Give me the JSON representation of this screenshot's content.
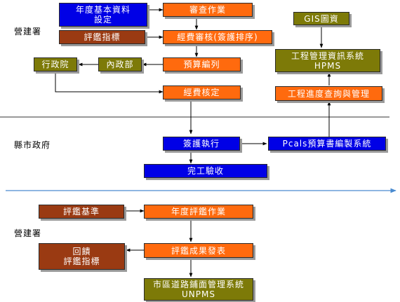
{
  "sections": {
    "cpami_top": "營建署",
    "county": "縣市政府",
    "cpami_bottom": "營建署"
  },
  "boxes": {
    "annual_data": "年度基本資料\n設定",
    "review_work": "審查作業",
    "eval_indicator": "評鑑指標",
    "budget_review": "經費審核(簽護排序)",
    "executive_yuan": "行政院",
    "interior_ministry": "內政部",
    "budget_prep": "預算編列",
    "budget_approve": "經費核定",
    "gis": "GIS圖資",
    "hpms": "工程管理資訊系統\nHPMS",
    "progress_mgmt": "工程進度查詢與管理",
    "execution": "簽護執行",
    "pcals": "Pcals預算書編製系統",
    "completion": "完工驗收",
    "eval_standard": "評鑑基準",
    "annual_eval": "年度評鑑作業",
    "feedback": "回饋\n評鑑指標",
    "eval_results": "評鑑成果發表",
    "unpms": "市區道路鋪面管理系統\nUNPMS"
  },
  "colors": {
    "blue": "#0000e6",
    "orange": "#ff6a0e",
    "brown": "#9a3a12",
    "olive": "#7d7a08",
    "divider": "#333333",
    "timeline": "#4a8bd0"
  }
}
